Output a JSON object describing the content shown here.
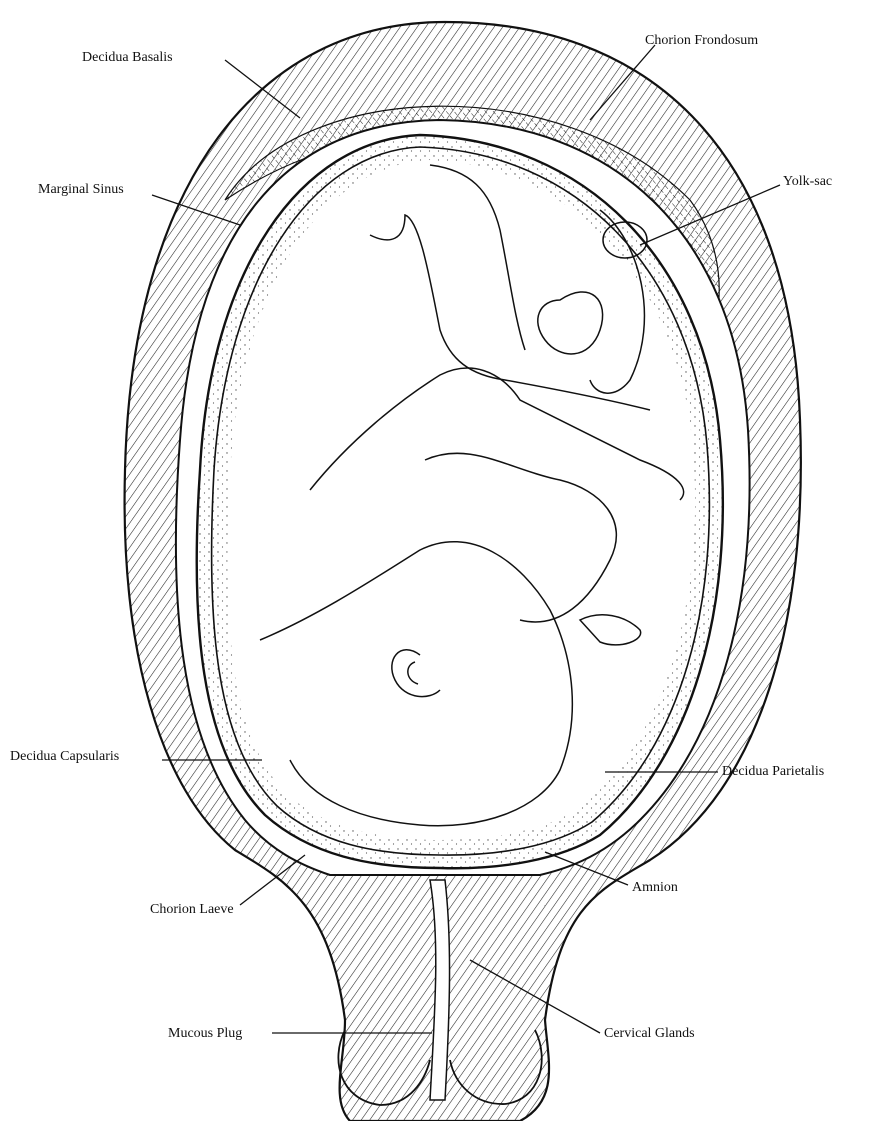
{
  "labels": {
    "decidua_basalis": "Decidua Basalis",
    "chorion_frondosum": "Chorion Frondosum",
    "marginal_sinus": "Marginal Sinus",
    "yolk_sac": "Yolk-sac",
    "decidua_capsularis": "Decidua Capsularis",
    "decidua_parietalis": "Decidua Parietalis",
    "amnion": "Amnion",
    "chorion_laeve": "Chorion Laeve",
    "mucous_plug": "Mucous Plug",
    "cervical_glands": "Cervical Glands"
  },
  "colors": {
    "ink": "#111111",
    "paper": "#ffffff",
    "stipple": "#555555"
  }
}
